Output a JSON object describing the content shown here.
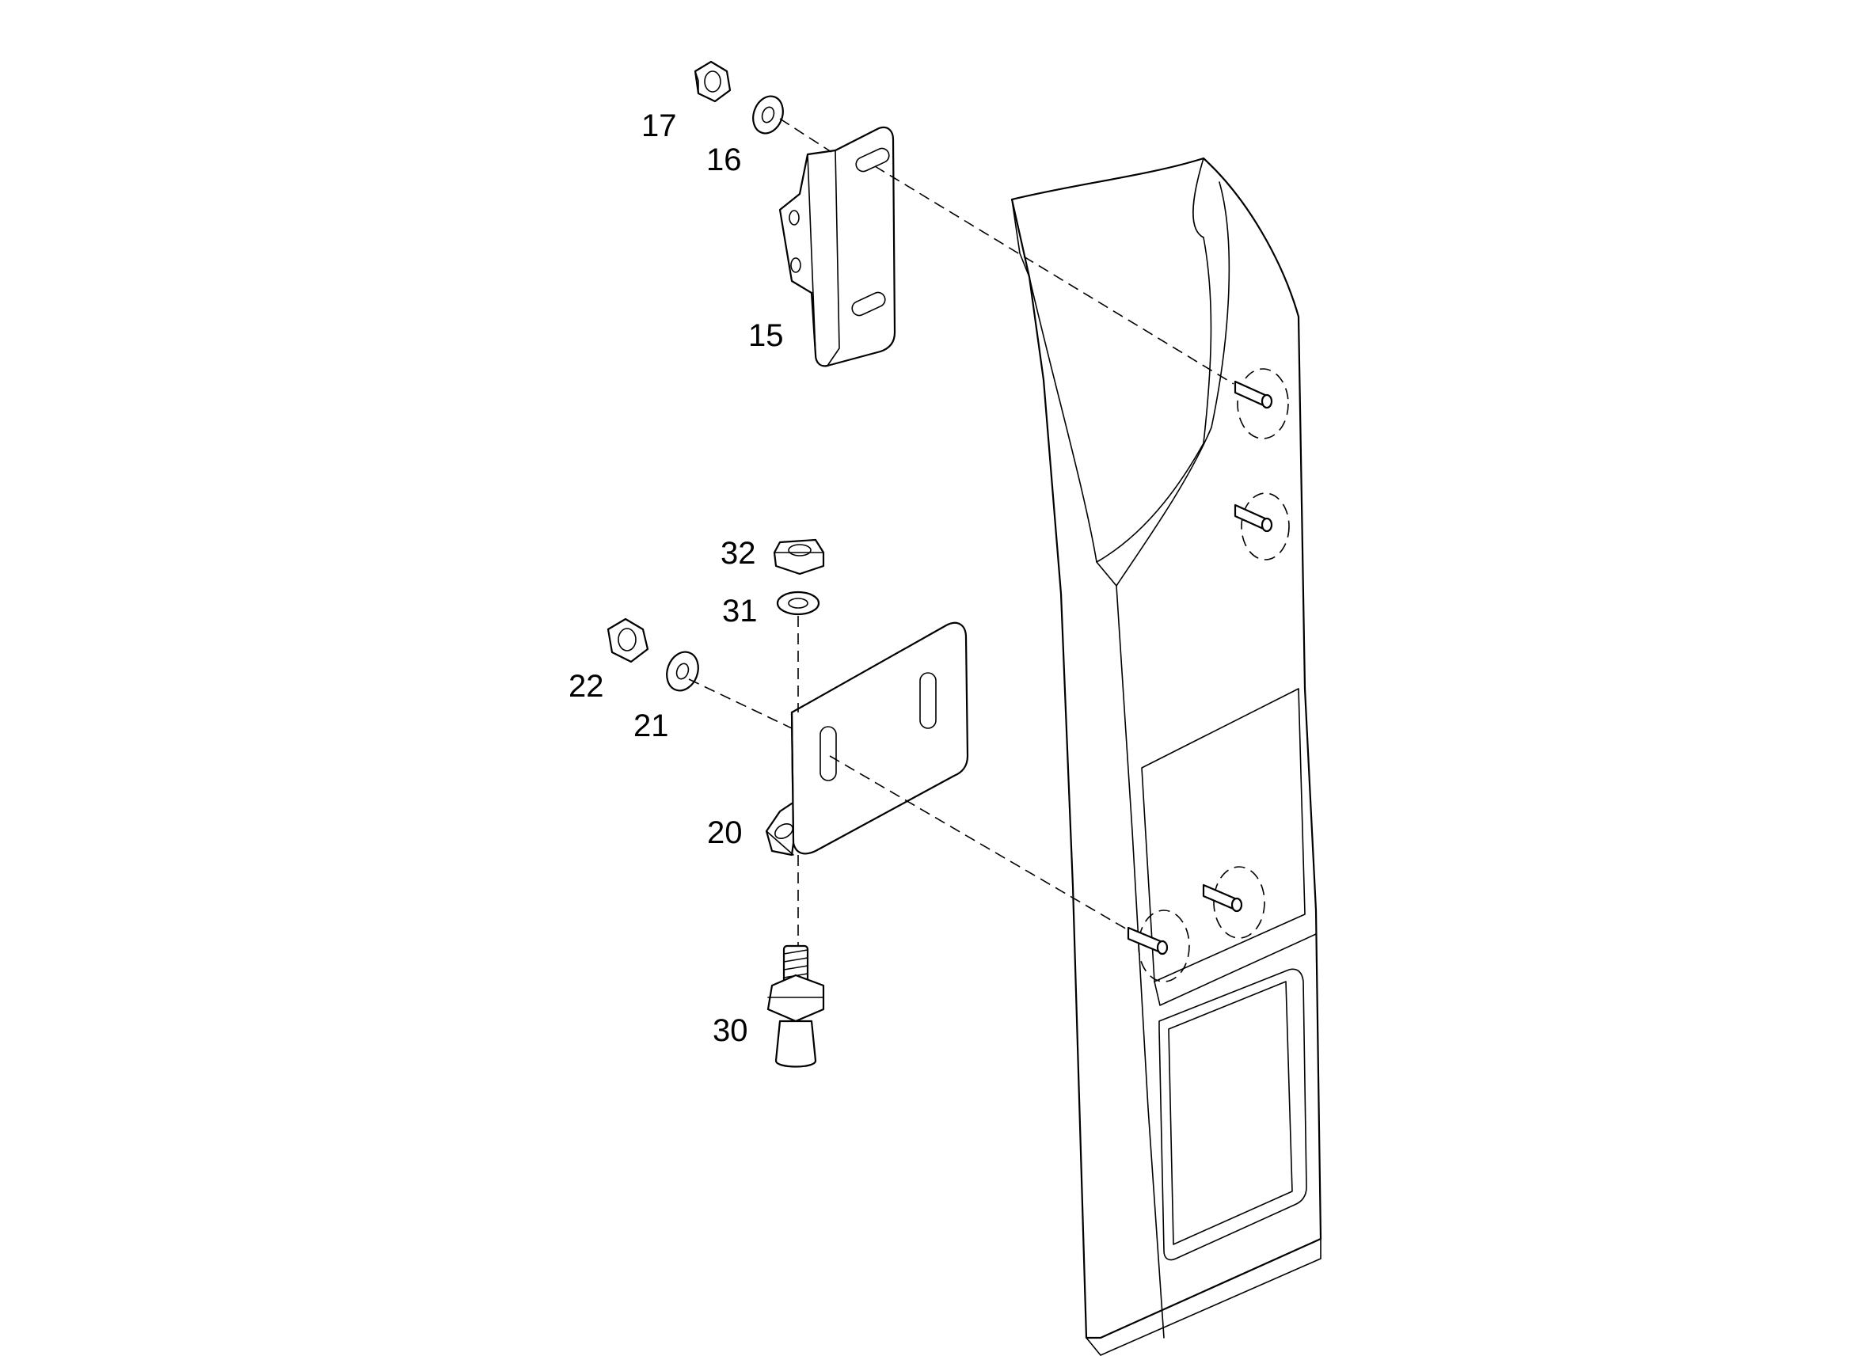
{
  "callouts": {
    "c15": "15",
    "c16": "16",
    "c17": "17",
    "c20": "20",
    "c21": "21",
    "c22": "22",
    "c30": "30",
    "c31": "31",
    "c32": "32"
  },
  "colors": {
    "line": "#000000",
    "background": "#ffffff"
  }
}
